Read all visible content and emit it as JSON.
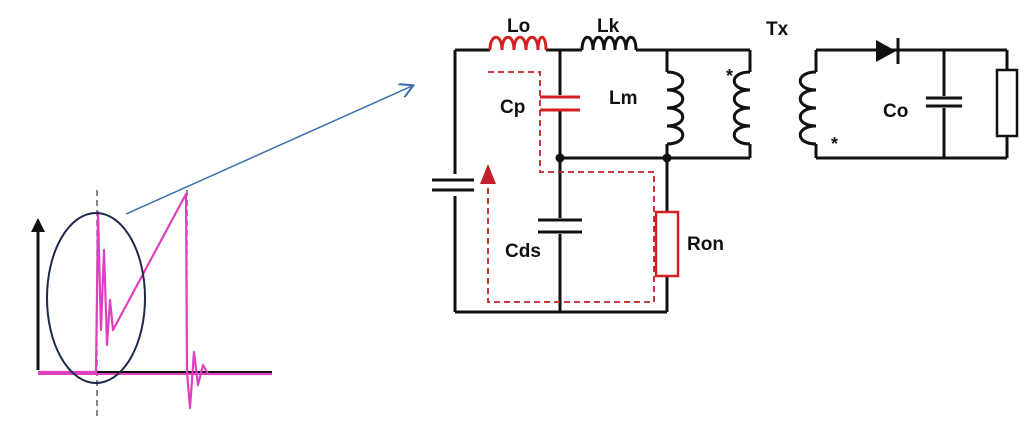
{
  "labels": {
    "lo": "Lo",
    "lk": "Lk",
    "tx": "Tx",
    "cp": "Cp",
    "lm": "Lm",
    "co": "Co",
    "cds": "Cds",
    "ron": "Ron",
    "dot_primary": "*",
    "dot_secondary": "*"
  },
  "colors": {
    "wire": "#111111",
    "highlight": "#d42020",
    "dashed_path": "#c0202a",
    "waveform": "#e040c0",
    "ellipse": "#1b2a4a",
    "pointer_arrow": "#3a6fb0"
  }
}
